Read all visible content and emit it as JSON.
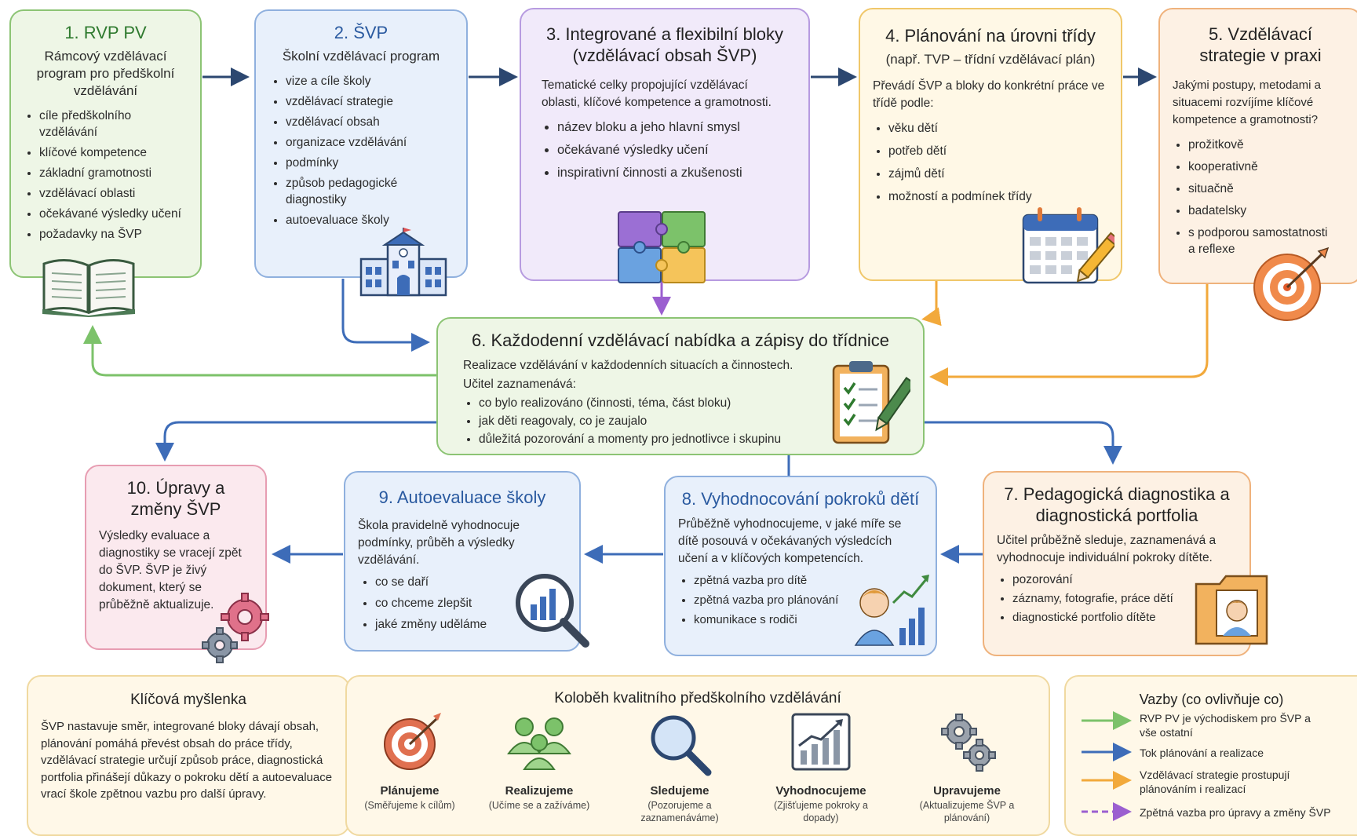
{
  "box1": {
    "title": "1. RVP PV",
    "subtitle": "Rámcový vzdělávací program pro předškolní vzdělávání",
    "items": [
      "cíle předškolního vzdělávání",
      "klíčové kompetence",
      "základní gramotnosti",
      "vzdělávací oblasti",
      "očekávané výsledky učení",
      "požadavky na ŠVP"
    ],
    "icon": "open-book-icon"
  },
  "box2": {
    "title": "2. ŠVP",
    "subtitle": "Školní vzdělávací program",
    "items": [
      "vize a cíle školy",
      "vzdělávací strategie",
      "vzdělávací obsah",
      "organizace vzdělávání",
      "podmínky",
      "způsob pedagogické diagnostiky",
      "autoevaluace školy"
    ],
    "icon": "school-building-icon"
  },
  "box3": {
    "title": "3. Integrované a flexibilní bloky",
    "title2": "(vzdělávací obsah ŠVP)",
    "text": "Tematické celky propojující vzdělávací oblasti, klíčové kompetence a gramotnosti.",
    "items": [
      "název bloku a jeho hlavní smysl",
      "očekávané výsledky učení",
      "inspirativní činnosti a zkušenosti"
    ],
    "icon": "puzzle-icon"
  },
  "box4": {
    "title": "4. Plánování na úrovni třídy",
    "subtitle": "(např. TVP – třídní vzdělávací plán)",
    "text": "Převádí ŠVP a bloky do konkrétní práce ve třídě podle:",
    "items": [
      "věku dětí",
      "potřeb dětí",
      "zájmů dětí",
      "možností a podmínek třídy"
    ],
    "icon": "calendar-pencil-icon"
  },
  "box5": {
    "title": "5. Vzdělávací strategie v praxi",
    "text": "Jakými postupy, metodami a situacemi rozvíjíme klíčové kompetence a gramotnosti?",
    "items": [
      "prožitkově",
      "kooperativně",
      "situačně",
      "badatelsky",
      "s podporou samostatnosti a reflexe"
    ],
    "icon": "target-icon"
  },
  "box6": {
    "title": "6. Každodenní vzdělávací nabídka a zápisy do třídnice",
    "text1": "Realizace vzdělávání v každodenních situacích a činnostech.",
    "text2": "Učitel zaznamenává:",
    "items": [
      "co bylo realizováno (činnosti, téma, část bloku)",
      "jak děti reagovaly, co je zaujalo",
      "důležitá pozorování a momenty pro jednotlivce i skupinu"
    ],
    "icon": "clipboard-icon"
  },
  "box7": {
    "title": "7. Pedagogická diagnostika a diagnostická portfolia",
    "text": "Učitel průběžně sleduje, zaznamenává a vyhodnocuje individuální pokroky dítěte.",
    "items": [
      "pozorování",
      "záznamy, fotografie, práce dětí",
      "diagnostické portfolio dítěte"
    ],
    "icon": "portfolio-folder-icon"
  },
  "box8": {
    "title": "8. Vyhodnocování pokroků dětí",
    "text": "Průběžně vyhodnocujeme, v jaké míře se dítě posouvá v očekávaných výsledcích učení a v klíčových kompetencích.",
    "items": [
      "zpětná vazba pro dítě",
      "zpětná vazba pro plánování",
      "komunikace s rodiči"
    ],
    "icon": "child-progress-icon"
  },
  "box9": {
    "title": "9. Autoevaluace školy",
    "text": "Škola pravidelně vyhodnocuje podmínky, průběh a výsledky vzdělávání.",
    "items": [
      "co se daří",
      "co chceme zlepšit",
      "jaké změny uděláme"
    ],
    "icon": "magnifier-chart-icon"
  },
  "box10": {
    "title": "10. Úpravy a změny ŠVP",
    "text": "Výsledky evaluace a diagnostiky se vracejí zpět do ŠVP. ŠVP je živý dokument, který se průběžně aktualizuje.",
    "icon": "gears-icon"
  },
  "key": {
    "title": "Klíčová myšlenka",
    "text": "ŠVP nastavuje směr, integrované bloky dávají obsah, plánování pomáhá převést obsah do práce třídy, vzdělávací strategie určují způsob práce, diagnostická portfolia přinášejí důkazy o pokroku dětí a autoevaluace vrací škole zpětnou vazbu pro další úpravy."
  },
  "cycle": {
    "title": "Koloběh kvalitního předškolního vzdělávání",
    "steps": [
      {
        "name": "Plánujeme",
        "desc": "(Směřujeme k cílům)",
        "icon": "target-icon"
      },
      {
        "name": "Realizujeme",
        "desc": "(Učíme se a zažíváme)",
        "icon": "people-icon"
      },
      {
        "name": "Sledujeme",
        "desc": "(Pozorujeme a zaznamenáváme)",
        "icon": "magnifier-icon"
      },
      {
        "name": "Vyhodnocujeme",
        "desc": "(Zjišťujeme pokroky a dopady)",
        "icon": "chart-icon"
      },
      {
        "name": "Upravujeme",
        "desc": "(Aktualizujeme ŠVP a plánování)",
        "icon": "gears-icon"
      }
    ]
  },
  "legend": {
    "title": "Vazby (co ovlivňuje co)",
    "items": [
      {
        "label": "RVP PV je východiskem pro ŠVP a vše ostatní",
        "color": "#7cc26a",
        "style": "solid"
      },
      {
        "label": "Tok plánování a realizace",
        "color": "#3d6cb8",
        "style": "solid"
      },
      {
        "label": "Vzdělávací strategie prostupují plánováním i realizací",
        "color": "#f2a93b",
        "style": "solid"
      },
      {
        "label": "Zpětná vazba pro úpravy a změny ŠVP",
        "color": "#9b5fd0",
        "style": "dashed"
      }
    ]
  },
  "colors": {
    "green": "#7cc26a",
    "blue": "#3d6cb8",
    "orange": "#f2a93b",
    "purple": "#9b5fd0",
    "navy": "#2c4770"
  }
}
